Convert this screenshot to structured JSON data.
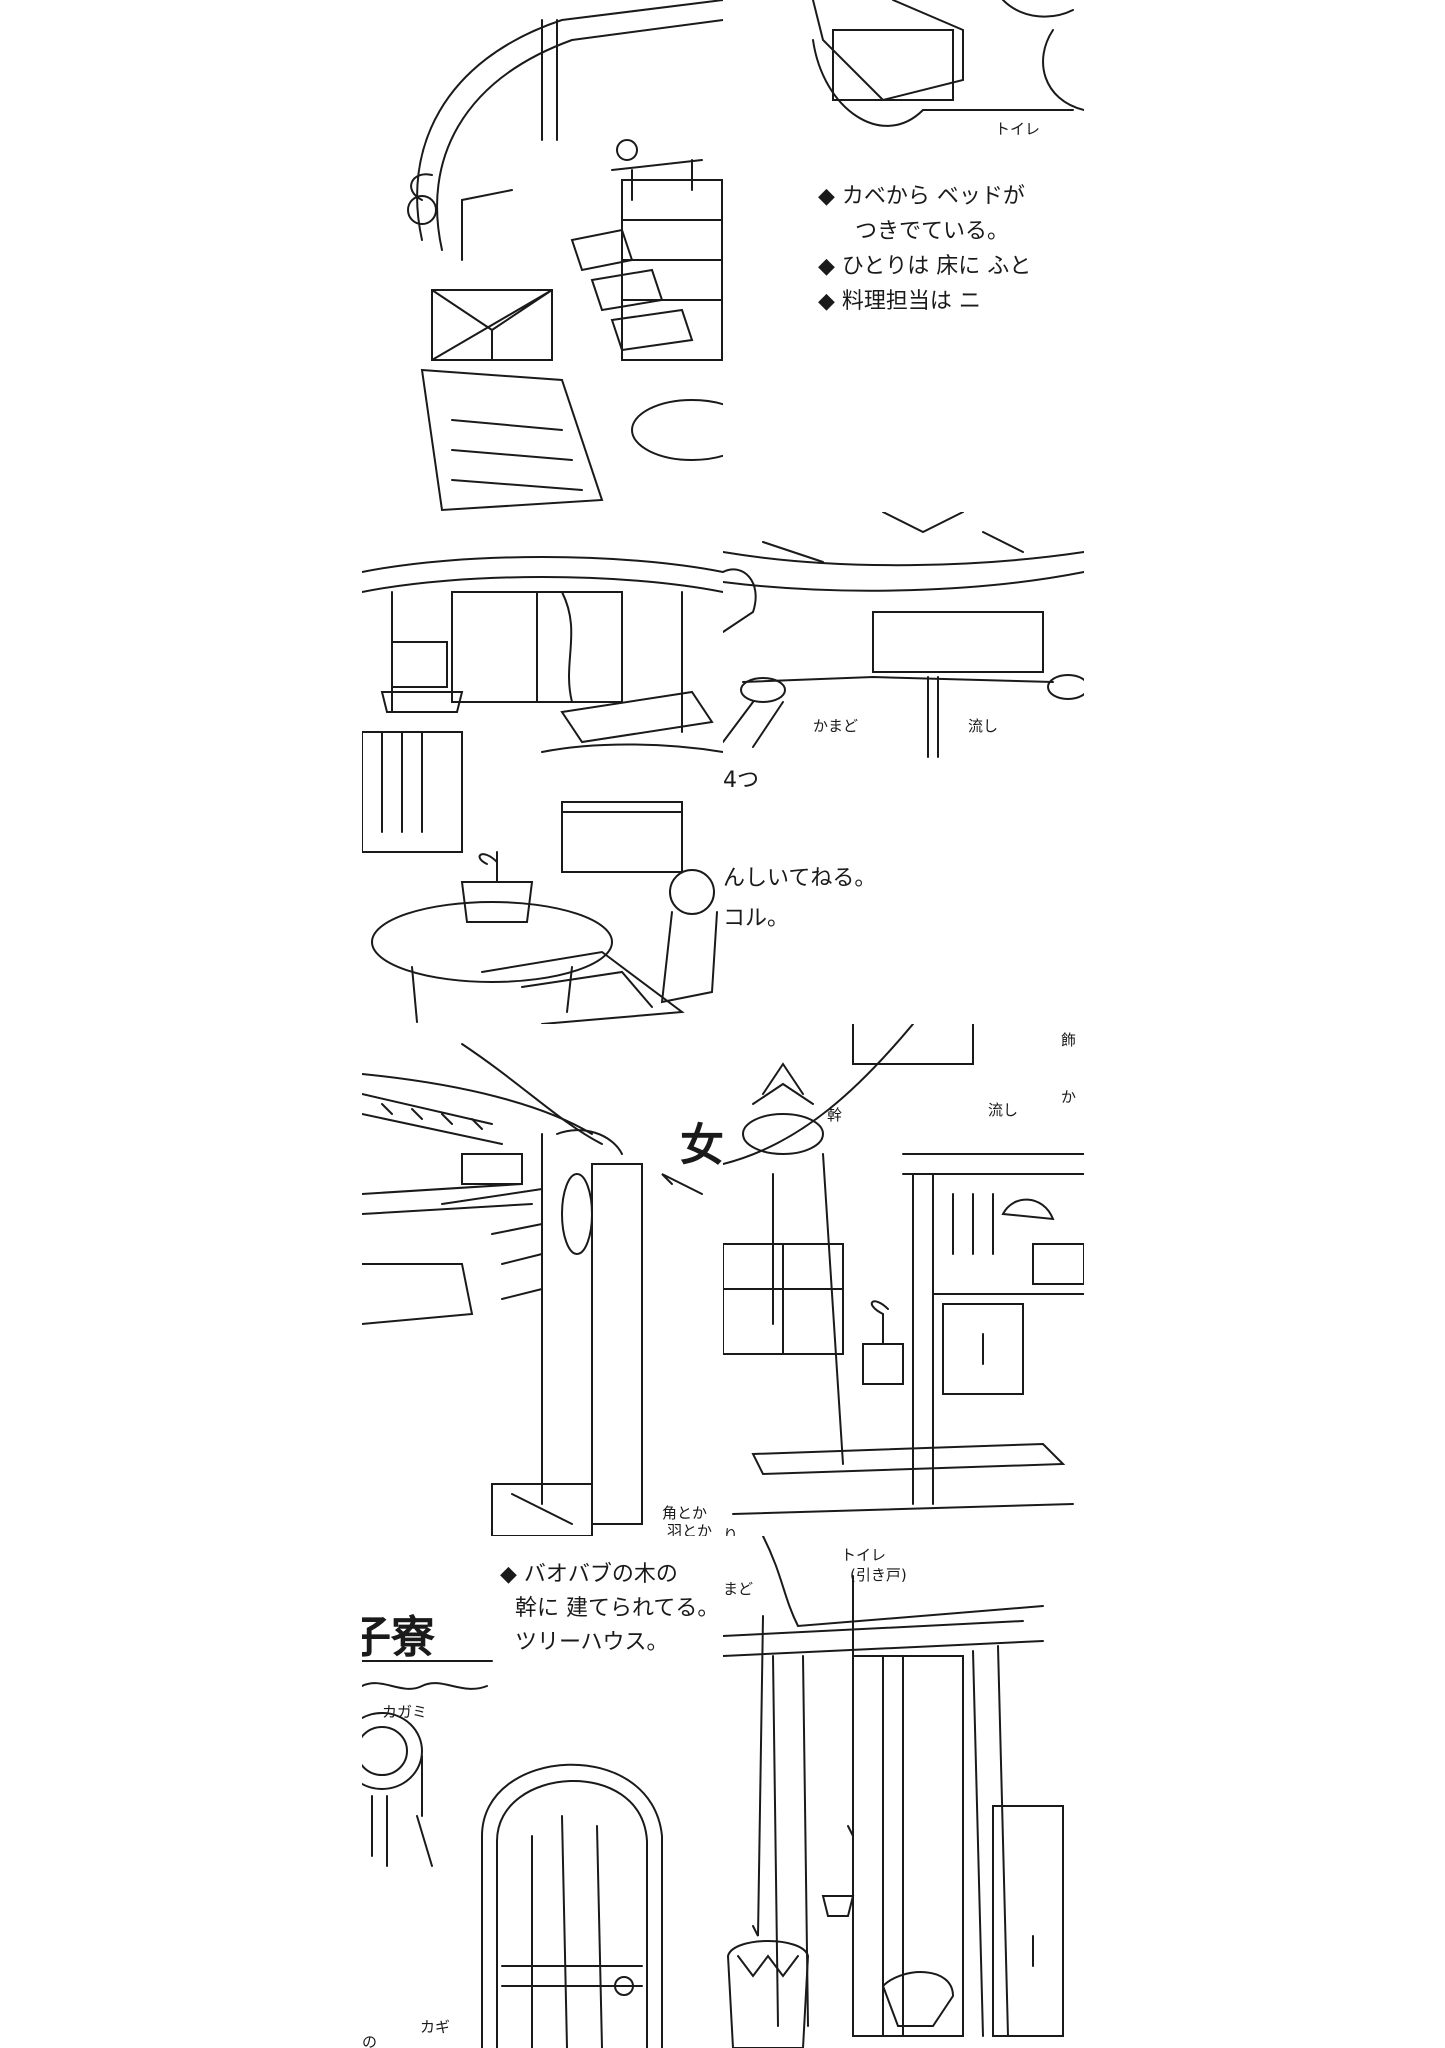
{
  "tiles": {
    "r1_right": {
      "label_toilet": "トイレ",
      "notes": [
        "◆ カベから ベッドが",
        "つきでている。",
        "◆ ひとりは 床に ふと",
        "◆ 料理担当は ニ"
      ]
    },
    "r2_right": {
      "label_stove": "かまど",
      "label_sink": "流し",
      "notes": [
        "4つ",
        "んしいてねる。",
        "コル。"
      ]
    },
    "r3_left": {
      "label_corner": "角とか",
      "label_feather": "羽とか",
      "title_fragment": "女"
    },
    "r3_right": {
      "label_trunk": "幹",
      "label_sink": "流し",
      "label_deco": "飾",
      "label_ka": "か",
      "label_ri": "り"
    },
    "r4_left": {
      "notes": [
        "◆ バオバブの木の",
        "幹に 建てられてる。",
        "ツリーハウス。"
      ],
      "title": "子寮",
      "label_mirror": "カガミ",
      "label_key": "カギ",
      "label_no": "の"
    },
    "r4_right": {
      "label_toilet": "トイレ",
      "label_sliding": "(引き戸)",
      "label_stove": "まど"
    }
  }
}
